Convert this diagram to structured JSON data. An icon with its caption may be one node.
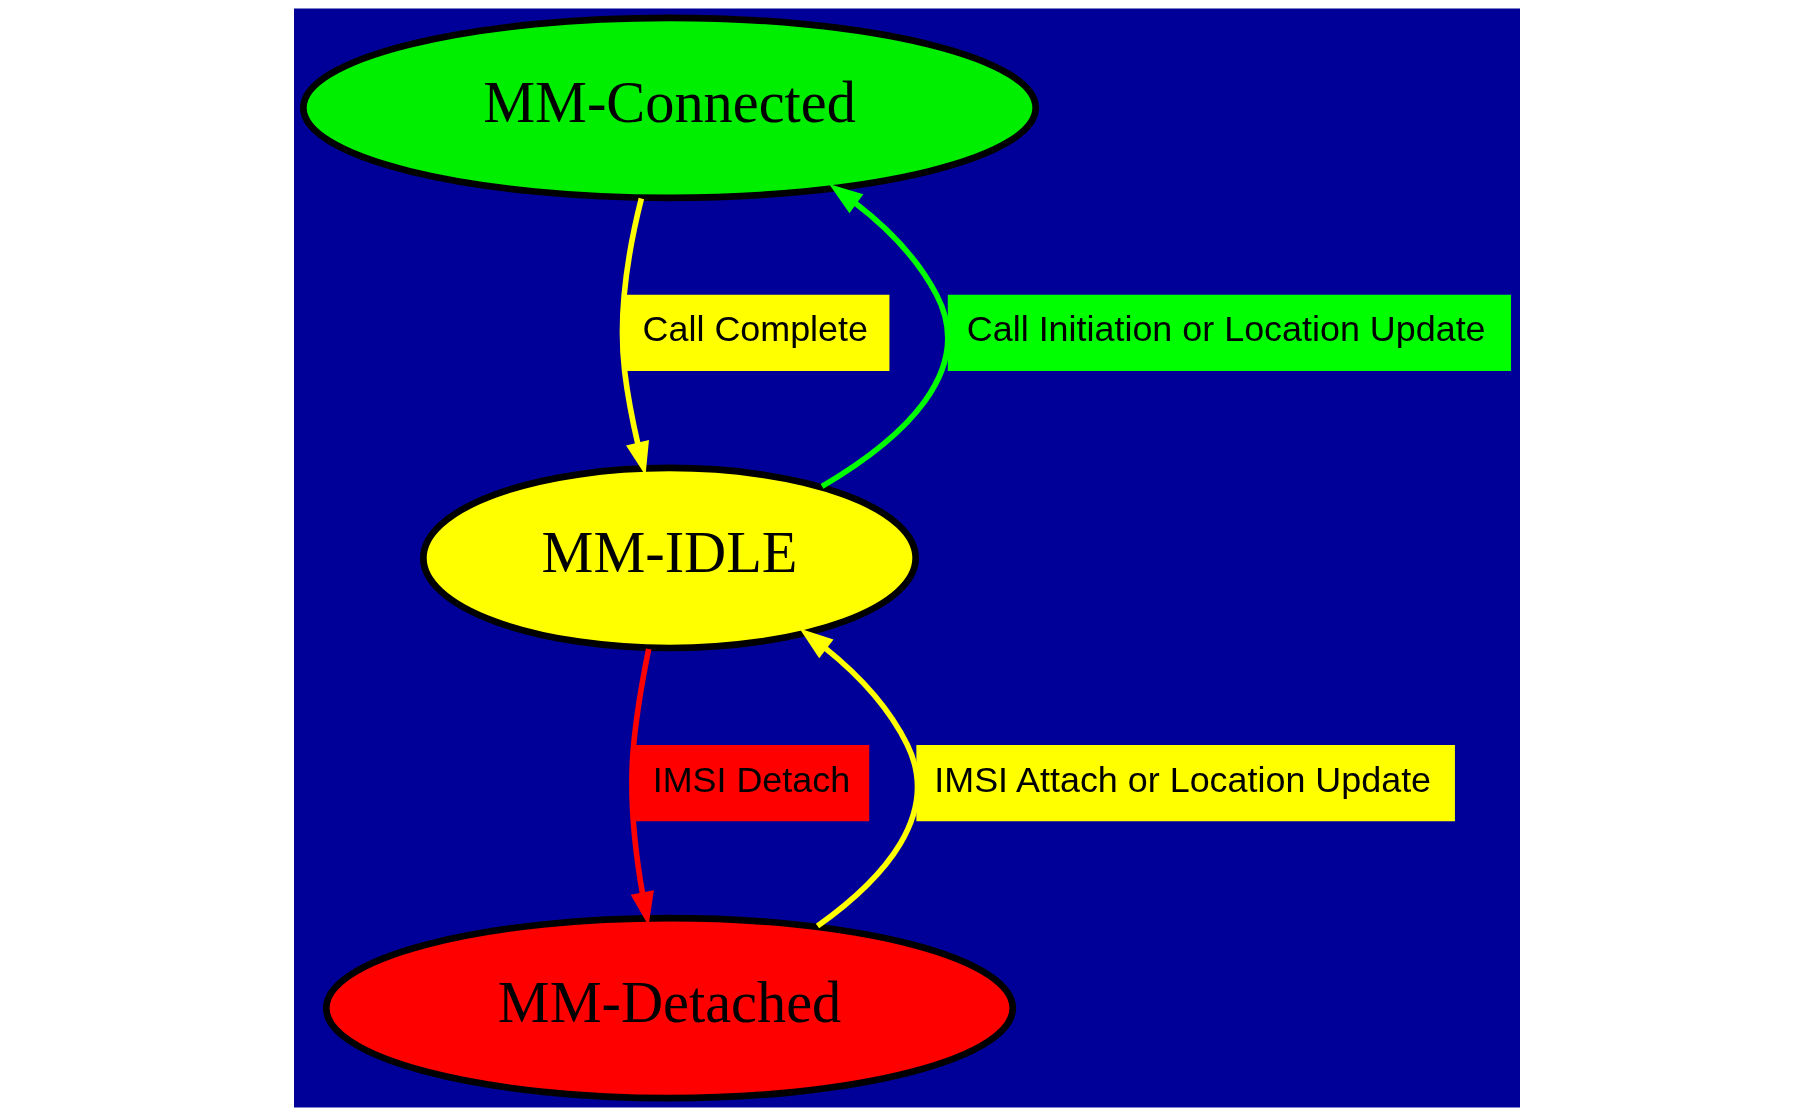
{
  "diagram": {
    "nodes": [
      {
        "text": [
          "MM-Connected"
        ]
      },
      {
        "text": [
          "MM-IDLE"
        ]
      },
      {
        "text": [
          "MM-Detached"
        ]
      }
    ],
    "edges": [
      {
        "from": 1,
        "to": 0,
        "arrow": "to",
        "label": "Call Initiation or Location Update",
        "color": "#00ff00"
      },
      {
        "from": 0,
        "to": 1,
        "arrow": "to",
        "label": "Call Complete",
        "color": "#ffff00"
      },
      {
        "from": 1,
        "to": 2,
        "arrow": "to",
        "label": "IMSI Detach",
        "color": "#ff0000"
      },
      {
        "from": 2,
        "to": 1,
        "arrow": "to",
        "label": "IMSI Attach or Location Update",
        "color": "#ffff00"
      }
    ]
  }
}
